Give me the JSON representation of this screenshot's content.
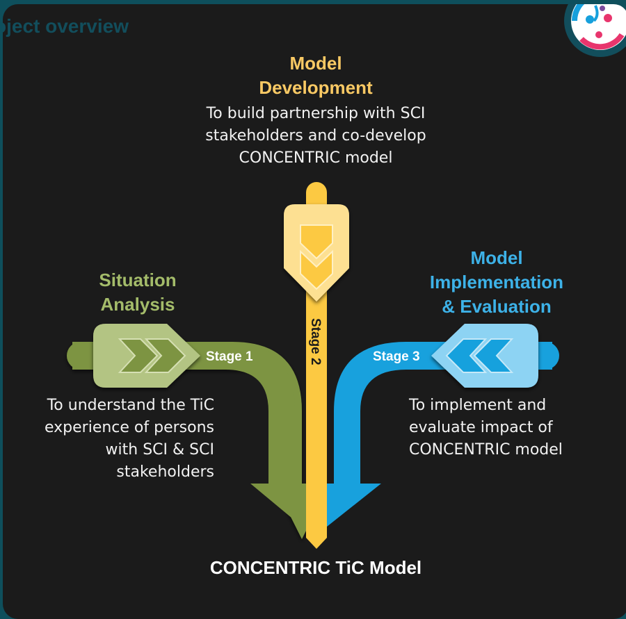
{
  "page": {
    "title": "oject overview"
  },
  "diagram": {
    "stages": [
      {
        "heading_line1": "Situation",
        "heading_line2": "Analysis",
        "stage_label": "Stage 1",
        "description_lines": [
          "To understand the TiC",
          "experience of persons",
          "with SCI & SCI",
          "stakeholders"
        ],
        "color": "#7d9442",
        "light_color": "#b3c483",
        "heading_color": "#a4bc6a"
      },
      {
        "heading_line1": "Model",
        "heading_line2": "Development",
        "stage_label": "Stage 2",
        "description_lines": [
          "To build partnership with SCI",
          "stakeholders and co-develop",
          "CONCENTRIC model"
        ],
        "color": "#fcc942",
        "light_color": "#fde092",
        "heading_color": "#f9c964"
      },
      {
        "heading_line1": "Model",
        "heading_line2": "Implementation",
        "heading_line3": "& Evaluation",
        "stage_label": "Stage 3",
        "description_lines": [
          "To implement and",
          "evaluate impact of",
          "CONCENTRIC model"
        ],
        "color": "#18a1dd",
        "light_color": "#8dd3f3",
        "heading_color": "#3db2e8"
      }
    ],
    "result_label": "CONCENTRIC TiC Model"
  }
}
